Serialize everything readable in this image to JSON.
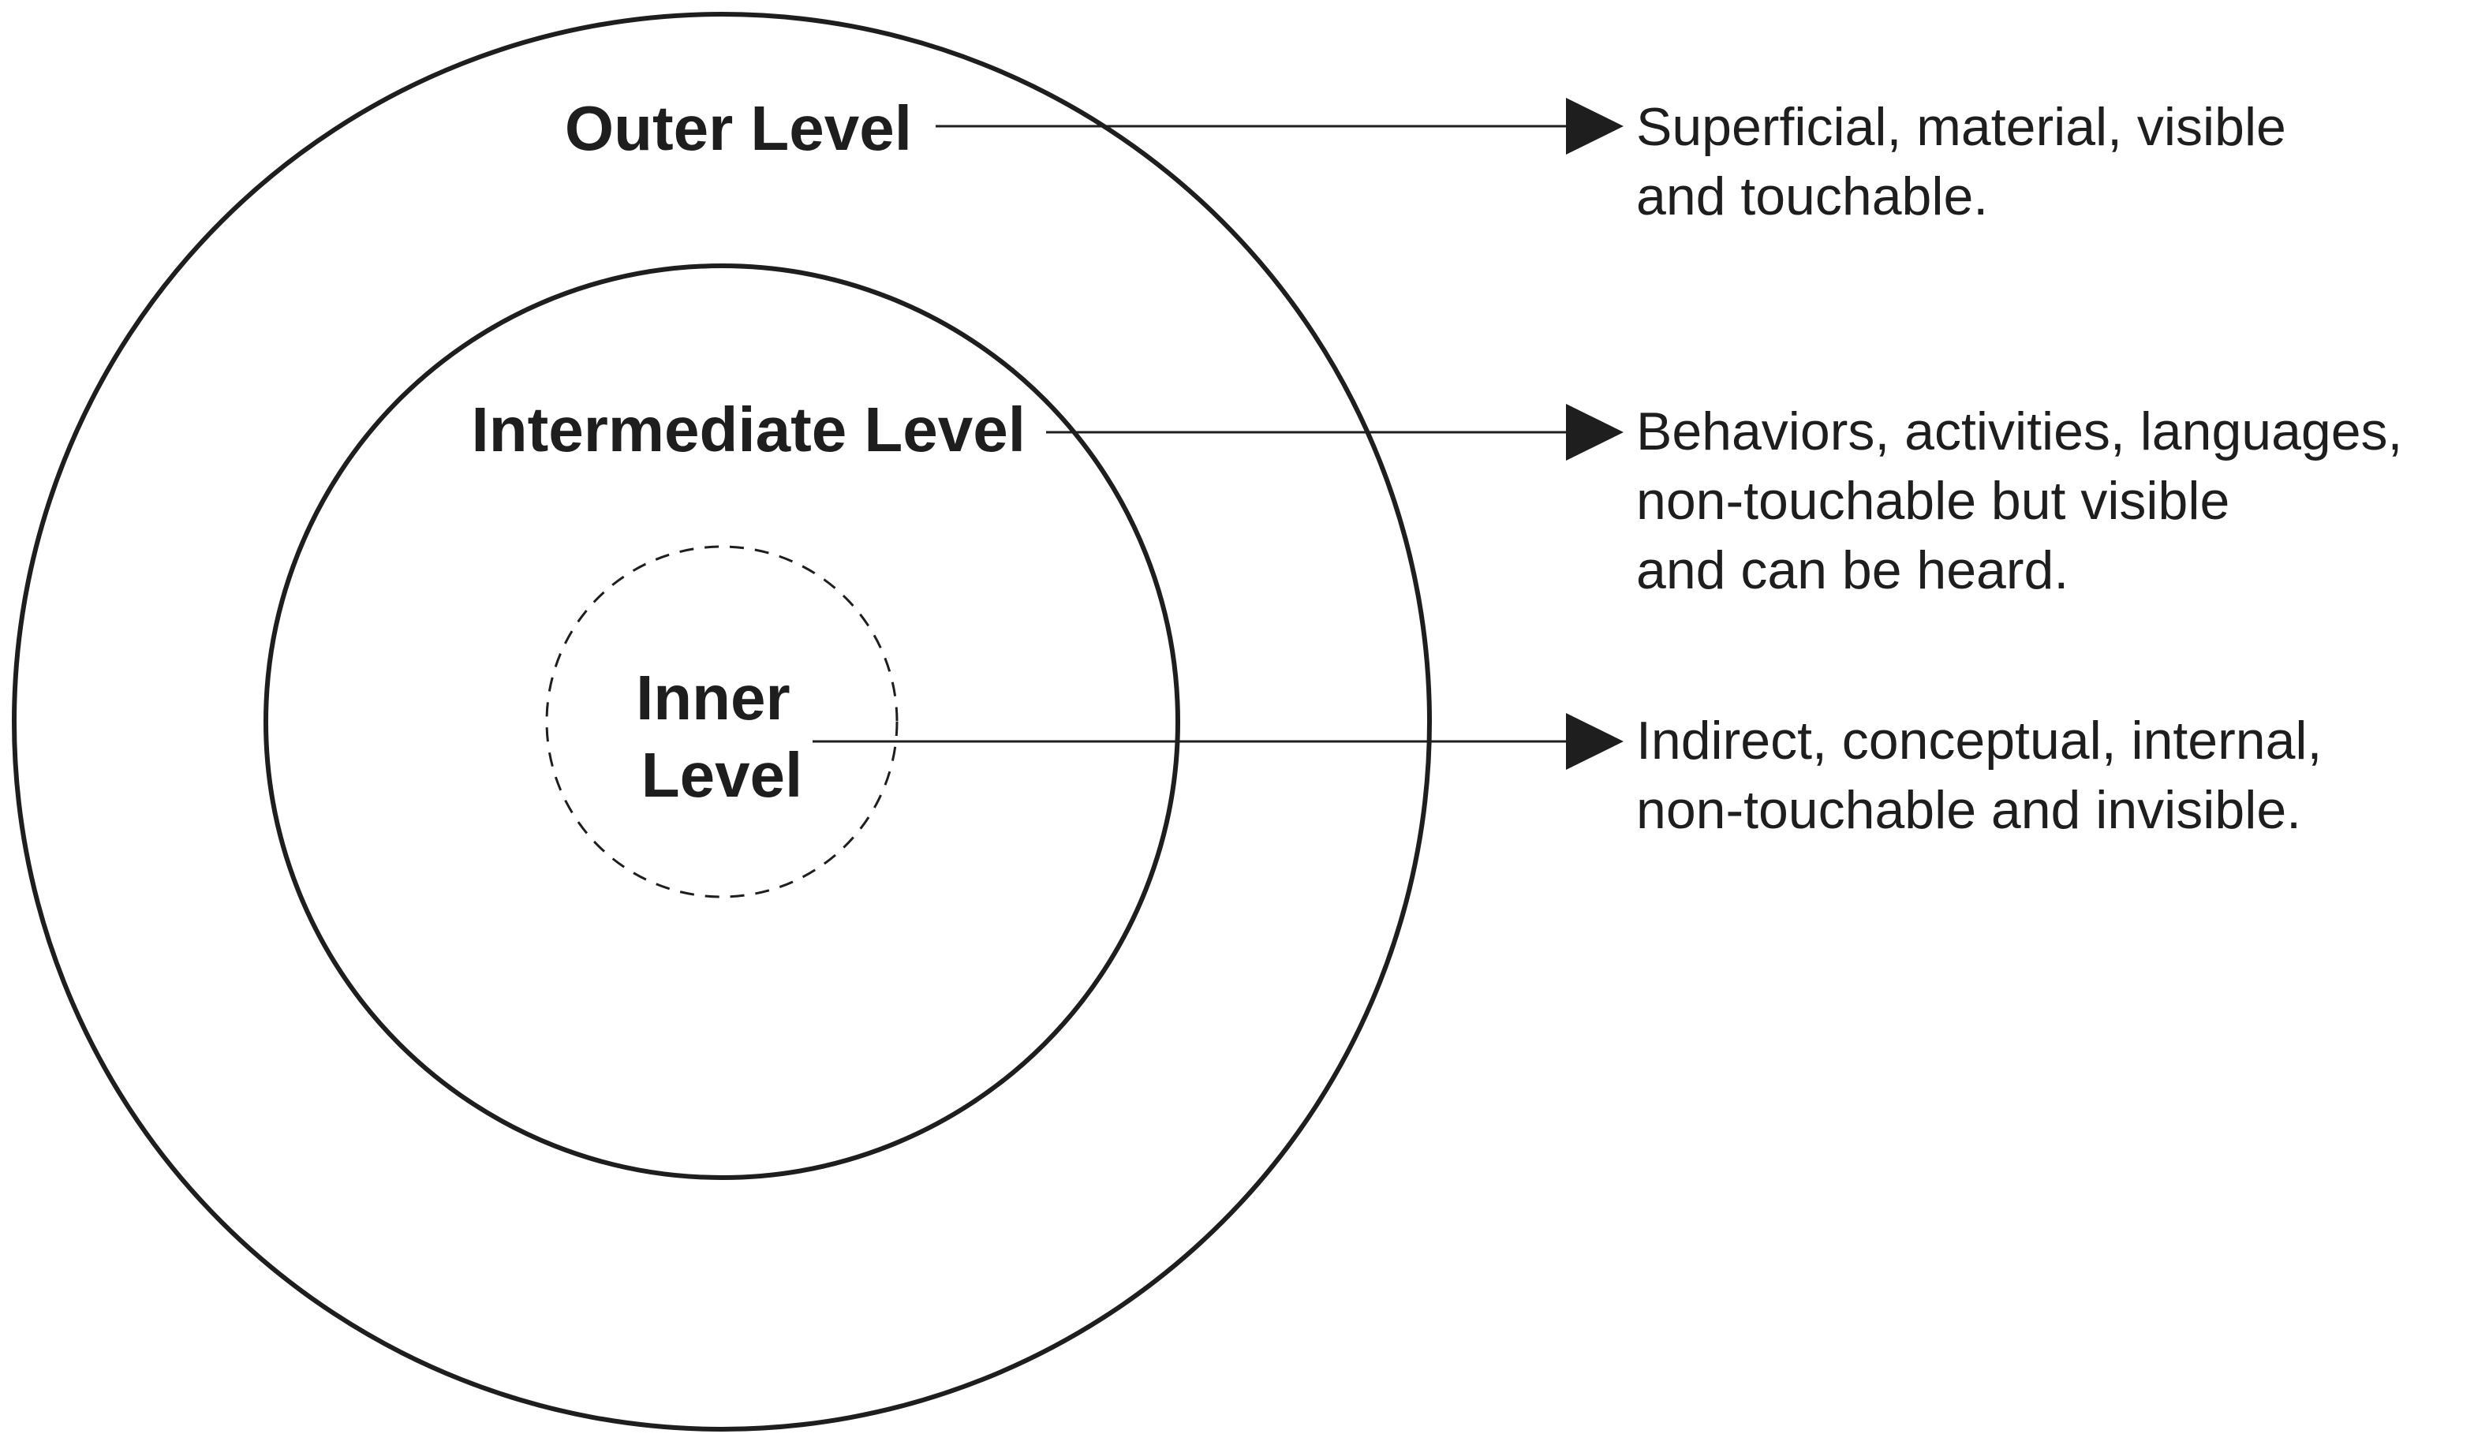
{
  "colors": {
    "stroke": "#1e1e1e",
    "background": "#ffffff"
  },
  "levels": [
    {
      "label_lines": [
        "Outer Level"
      ],
      "description_lines": [
        "Superficial, material, visible",
        "and touchable."
      ]
    },
    {
      "label_lines": [
        "Intermediate Level"
      ],
      "description_lines": [
        "Behaviors, activities, languages,",
        "non-touchable but visible",
        "and can be heard."
      ]
    },
    {
      "label_lines": [
        "Inner",
        "Level"
      ],
      "description_lines": [
        "Indirect, conceptual, internal,",
        "non-touchable and invisible."
      ]
    }
  ]
}
